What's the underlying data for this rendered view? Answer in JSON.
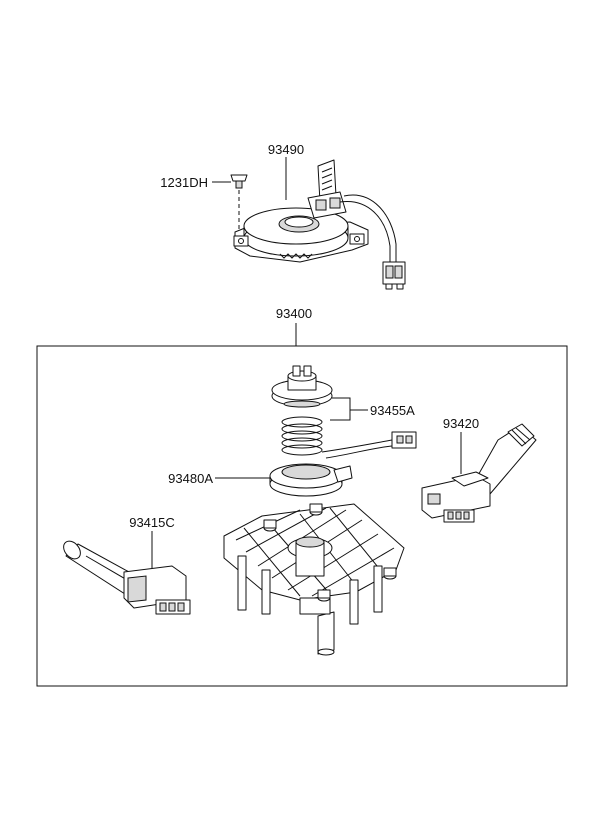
{
  "diagram": {
    "labels": {
      "clock_spring": "93490",
      "screw": "1231DH",
      "assembly": "93400",
      "cancel_cam_spring": "93455A",
      "wiper_switch": "93420",
      "cancel_cam_body": "93480A",
      "light_switch": "93415C"
    }
  }
}
